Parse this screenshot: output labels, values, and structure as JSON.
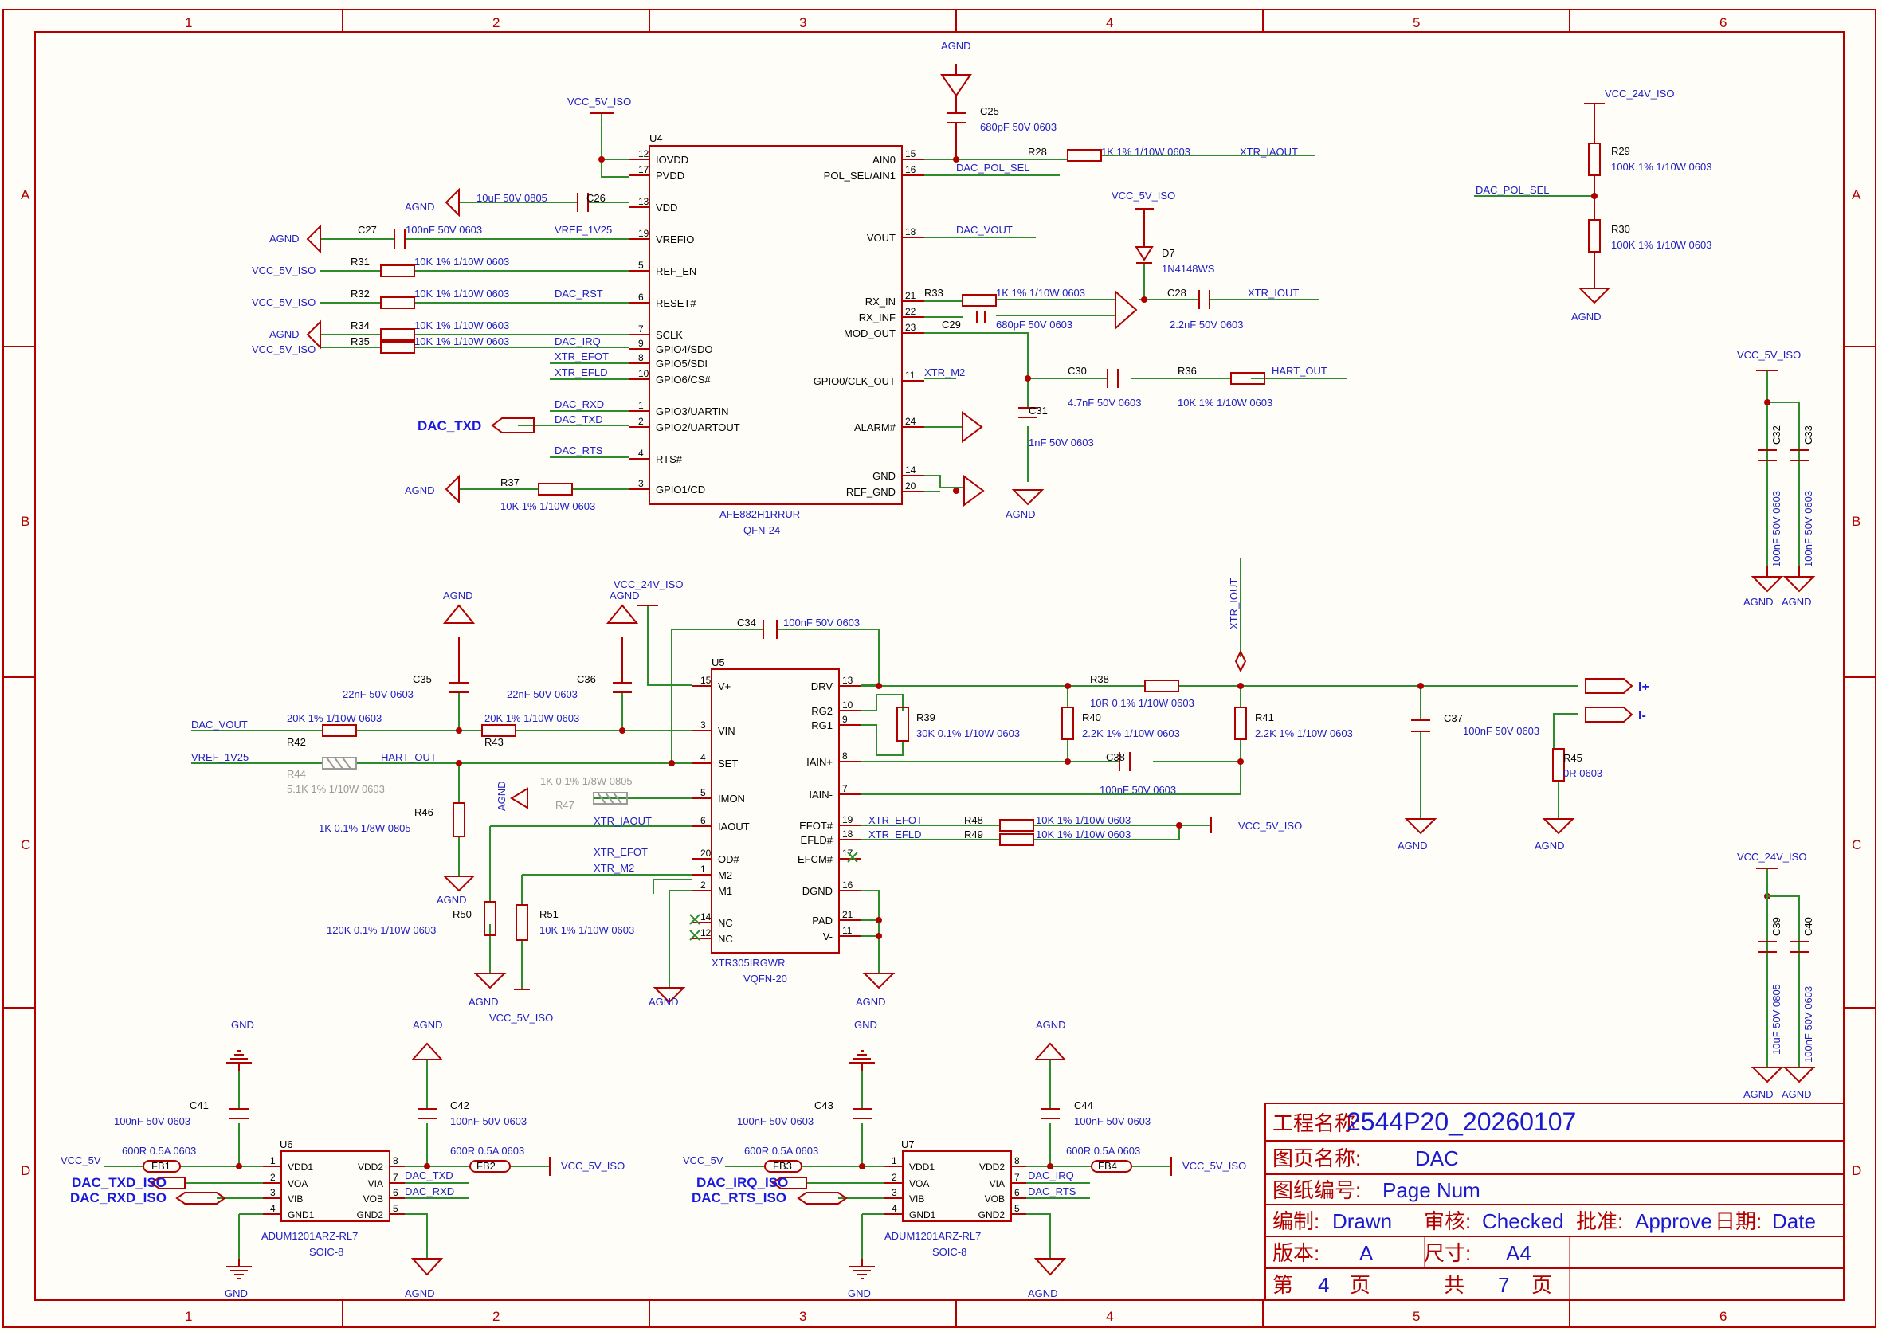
{
  "zones": {
    "cols": [
      "1",
      "2",
      "3",
      "4",
      "5",
      "6"
    ],
    "rows": [
      "A",
      "B",
      "C",
      "D"
    ]
  },
  "title_block": {
    "project_key": "工程名称:",
    "project_val": "2544P20_20260107",
    "page_name_key": "图页名称:",
    "page_name_val": "DAC",
    "drawing_no_key": "图纸编号:",
    "drawing_no_val": "Page Num",
    "drawn_key": "编制:",
    "drawn_val": "Drawn",
    "checked_key": "审核:",
    "checked_val": "Checked",
    "approve_key": "批准:",
    "approve_val": "Approve",
    "date_key": "日期:",
    "date_val": "Date",
    "rev_key": "版本:",
    "rev_val": "A",
    "size_key": "尺寸:",
    "size_val": "A4",
    "page_prefix": "第",
    "page_num": "4",
    "page_unit": "页",
    "total_prefix": "共",
    "total_num": "7",
    "total_unit": "页"
  },
  "colors": {
    "border": "#b00000",
    "wire": "#2e8b2e",
    "part": "#b00000",
    "label": "#2020c0",
    "background": "#fffdf8"
  },
  "u4": {
    "ref": "U4",
    "part": "AFE882H1RRUR",
    "package": "QFN-24",
    "pins_left": [
      {
        "num": "12",
        "name": "IOVDD"
      },
      {
        "num": "17",
        "name": "PVDD"
      },
      {
        "num": "13",
        "name": "VDD"
      },
      {
        "num": "19",
        "name": "VREFIO"
      },
      {
        "num": "5",
        "name": "REF_EN"
      },
      {
        "num": "6",
        "name": "RESET#"
      },
      {
        "num": "7",
        "name": "SCLK"
      },
      {
        "num": "9",
        "name": "GPIO4/SDO"
      },
      {
        "num": "8",
        "name": "GPIO5/SDI"
      },
      {
        "num": "10",
        "name": "GPIO6/CS#"
      },
      {
        "num": "1",
        "name": "GPIO3/UARTIN"
      },
      {
        "num": "2",
        "name": "GPIO2/UARTOUT"
      },
      {
        "num": "4",
        "name": "RTS#"
      },
      {
        "num": "3",
        "name": "GPIO1/CD"
      }
    ],
    "pins_right": [
      {
        "num": "15",
        "name": "AIN0"
      },
      {
        "num": "16",
        "name": "POL_SEL/AIN1"
      },
      {
        "num": "18",
        "name": "VOUT"
      },
      {
        "num": "21",
        "name": "RX_IN"
      },
      {
        "num": "22",
        "name": "RX_INF"
      },
      {
        "num": "23",
        "name": "MOD_OUT"
      },
      {
        "num": "11",
        "name": "GPIO0/CLK_OUT"
      },
      {
        "num": "24",
        "name": "ALARM#"
      },
      {
        "num": "14",
        "name": "GND"
      },
      {
        "num": "20",
        "name": "REF_GND"
      }
    ]
  },
  "u5": {
    "ref": "U5",
    "part": "XTR305IRGWR",
    "package": "VQFN-20",
    "pins_left": [
      {
        "num": "15",
        "name": "V+"
      },
      {
        "num": "3",
        "name": "VIN"
      },
      {
        "num": "4",
        "name": "SET"
      },
      {
        "num": "5",
        "name": "IMON"
      },
      {
        "num": "6",
        "name": "IAOUT"
      },
      {
        "num": "20",
        "name": "OD#"
      },
      {
        "num": "1",
        "name": "M2"
      },
      {
        "num": "2",
        "name": "M1"
      },
      {
        "num": "14",
        "name": "NC"
      },
      {
        "num": "12",
        "name": "NC"
      }
    ],
    "pins_right": [
      {
        "num": "13",
        "name": "DRV"
      },
      {
        "num": "10",
        "name": "RG2"
      },
      {
        "num": "9",
        "name": "RG1"
      },
      {
        "num": "8",
        "name": "IAIN+"
      },
      {
        "num": "7",
        "name": "IAIN-"
      },
      {
        "num": "19",
        "name": "EFOT#"
      },
      {
        "num": "18",
        "name": "EFLD#"
      },
      {
        "num": "17",
        "name": "EFCM#"
      },
      {
        "num": "16",
        "name": "DGND"
      },
      {
        "num": "21",
        "name": "PAD"
      },
      {
        "num": "11",
        "name": "V-"
      }
    ]
  },
  "u6": {
    "ref": "U6",
    "part": "ADUM1201ARZ-RL7",
    "package": "SOIC-8",
    "pins_left": [
      {
        "num": "1",
        "name": "VDD1"
      },
      {
        "num": "2",
        "name": "VOA"
      },
      {
        "num": "3",
        "name": "VIB"
      },
      {
        "num": "4",
        "name": "GND1"
      }
    ],
    "pins_right": [
      {
        "num": "8",
        "name": "VDD2"
      },
      {
        "num": "7",
        "name": "VIA"
      },
      {
        "num": "6",
        "name": "VOB"
      },
      {
        "num": "5",
        "name": "GND2"
      }
    ]
  },
  "u7": {
    "ref": "U7",
    "part": "ADUM1201ARZ-RL7",
    "package": "SOIC-8",
    "pins_left": [
      {
        "num": "1",
        "name": "VDD1"
      },
      {
        "num": "2",
        "name": "VOA"
      },
      {
        "num": "3",
        "name": "VIB"
      },
      {
        "num": "4",
        "name": "GND1"
      }
    ],
    "pins_right": [
      {
        "num": "8",
        "name": "VDD2"
      },
      {
        "num": "7",
        "name": "VIA"
      },
      {
        "num": "6",
        "name": "VOB"
      },
      {
        "num": "5",
        "name": "GND2"
      }
    ]
  },
  "net": {
    "vcc5iso": "VCC_5V_ISO",
    "vcc24iso": "VCC_24V_ISO",
    "vcc5": "VCC_5V",
    "agnd": "AGND",
    "gnd": "GND",
    "vref": "VREF_1V25",
    "dac_rst": "DAC_RST",
    "dac_irq": "DAC_IRQ",
    "xtr_efot": "XTR_EFOT",
    "xtr_efld": "XTR_EFLD",
    "dac_rxd": "DAC_RXD",
    "dac_txd": "DAC_TXD",
    "dac_rts": "DAC_RTS",
    "xtr_iaout": "XTR_IAOUT",
    "dac_pol_sel": "DAC_POL_SEL",
    "dac_vout": "DAC_VOUT",
    "xtr_iout": "XTR_IOUT",
    "xtr_m2": "XTR_M2",
    "hart_out": "HART_OUT",
    "dac_txd_iso": "DAC_TXD_ISO",
    "dac_rxd_iso": "DAC_RXD_ISO",
    "dac_irq_iso": "DAC_IRQ_ISO",
    "dac_rts_iso": "DAC_RTS_ISO",
    "i_plus": "I+",
    "i_minus": "I-"
  },
  "parts": {
    "c25": [
      "C25",
      "680pF 50V 0603"
    ],
    "c26": [
      "C26",
      "10uF 50V 0805"
    ],
    "c27": [
      "C27",
      "100nF 50V 0603"
    ],
    "r28": [
      "R28",
      "1K 1% 1/10W 0603"
    ],
    "r29": [
      "R29",
      "100K 1% 1/10W 0603"
    ],
    "r30": [
      "R30",
      "100K 1% 1/10W 0603"
    ],
    "r31": [
      "R31",
      "10K 1% 1/10W 0603"
    ],
    "r32": [
      "R32",
      "10K 1% 1/10W 0603"
    ],
    "r34": [
      "R34",
      "10K 1% 1/10W 0603"
    ],
    "r35": [
      "R35",
      "10K 1% 1/10W 0603"
    ],
    "r37": [
      "R37",
      "10K 1% 1/10W 0603"
    ],
    "r33": [
      "R33",
      "1K 1% 1/10W 0603"
    ],
    "c29": [
      "C29",
      "680pF 50V 0603"
    ],
    "d7": [
      "D7",
      "1N4148WS"
    ],
    "c28": [
      "C28",
      "2.2nF 50V 0603"
    ],
    "c30": [
      "C30",
      "4.7nF 50V 0603"
    ],
    "r36": [
      "R36",
      "10K 1% 1/10W 0603"
    ],
    "c31": [
      "C31",
      "1nF 50V 0603"
    ],
    "c32": [
      "C32",
      "100nF 50V 0603"
    ],
    "c33": [
      "C33",
      "100nF 50V 0603"
    ],
    "c34": [
      "C34",
      "100nF 50V 0603"
    ],
    "c35": [
      "C35",
      "22nF 50V 0603"
    ],
    "c36": [
      "C36",
      "22nF 50V 0603"
    ],
    "r42": [
      "R42",
      "20K 1% 1/10W 0603"
    ],
    "r43": [
      "R43",
      "20K 1% 1/10W 0603"
    ],
    "r44": [
      "R44",
      "5.1K 1% 1/10W 0603"
    ],
    "r47": [
      "R47",
      "1K 0.1% 1/8W 0805"
    ],
    "r46": [
      "R46",
      "1K 0.1% 1/8W 0805"
    ],
    "r50": [
      "R50",
      "120K 0.1% 1/10W 0603"
    ],
    "r51": [
      "R51",
      "10K 1% 1/10W 0603"
    ],
    "r38": [
      "R38",
      "10R 0.1% 1/10W 0603"
    ],
    "r39": [
      "R39",
      "30K 0.1% 1/10W 0603"
    ],
    "r40": [
      "R40",
      "2.2K 1% 1/10W 0603"
    ],
    "r41": [
      "R41",
      "2.2K 1% 1/10W 0603"
    ],
    "c38": [
      "C38",
      "100nF 50V 0603"
    ],
    "c37": [
      "C37",
      "100nF 50V 0603"
    ],
    "r45": [
      "R45",
      "0R 0603"
    ],
    "r48": [
      "R48",
      "10K 1% 1/10W 0603"
    ],
    "r49": [
      "R49",
      "10K 1% 1/10W 0603"
    ],
    "c39": [
      "C39",
      "10uF 50V 0805"
    ],
    "c40": [
      "C40",
      "100nF 50V 0603"
    ],
    "c41": [
      "C41",
      "100nF 50V 0603"
    ],
    "c42": [
      "C42",
      "100nF 50V 0603"
    ],
    "c43": [
      "C43",
      "100nF 50V 0603"
    ],
    "c44": [
      "C44",
      "100nF 50V 0603"
    ],
    "fb1": [
      "FB1",
      "600R 0.5A 0603"
    ],
    "fb2": [
      "FB2",
      "600R 0.5A 0603"
    ],
    "fb3": [
      "FB3",
      "600R 0.5A 0603"
    ],
    "fb4": [
      "FB4",
      "600R 0.5A 0603"
    ]
  }
}
